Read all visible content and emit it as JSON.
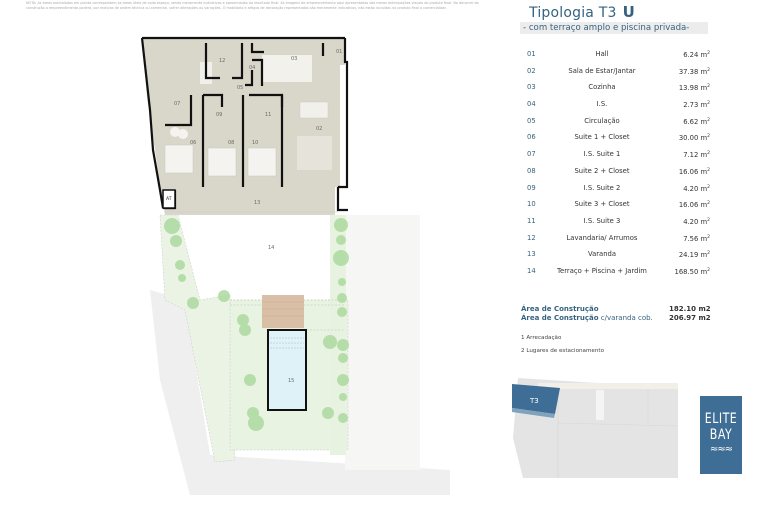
{
  "note": "NOTA: As áreas assinaladas em planta correspondem às áreas úteis de cada espaço, sendo meramente indicativas e aproximadas do resultado final. As imagens do empreendimento aqui apresentadas são meras antecipações visuais do produto final. No decorrer da construção o empreendimento poderá, por motivos de ordem técnica ou comercial, sofrer alterações ou variações. O mobiliário e artigos de decoração representados são meramente indicativos, não estão incluídos no produto final a comercializar.",
  "header": {
    "title": "Tipologia T3",
    "unit": "U",
    "subtitle": "- com terraço amplo e piscina privada-"
  },
  "area_unit": "m",
  "rooms": [
    {
      "num": "01",
      "name": "Hall",
      "area": "6.24"
    },
    {
      "num": "02",
      "name": "Sala de Estar/Jantar",
      "area": "37.38"
    },
    {
      "num": "03",
      "name": "Cozinha",
      "area": "13.98"
    },
    {
      "num": "04",
      "name": "I.S.",
      "area": "2.73"
    },
    {
      "num": "05",
      "name": "Circulação",
      "area": "6.62"
    },
    {
      "num": "06",
      "name": "Suite 1 + Closet",
      "area": "30.00"
    },
    {
      "num": "07",
      "name": "I.S. Suite 1",
      "area": "7.12"
    },
    {
      "num": "08",
      "name": "Suite 2 + Closet",
      "area": "16.06"
    },
    {
      "num": "09",
      "name": "I.S. Suite 2",
      "area": "4.20"
    },
    {
      "num": "10",
      "name": "Suite 3 + Closet",
      "area": "16.06"
    },
    {
      "num": "11",
      "name": "I.S. Suite 3",
      "area": "4.20"
    },
    {
      "num": "12",
      "name": "Lavandaria/ Arrumos",
      "area": "7.56"
    },
    {
      "num": "13",
      "name": "Varanda",
      "area": "24.19"
    },
    {
      "num": "14",
      "name": "Terraço + Piscina + Jardim",
      "area": "168.50"
    }
  ],
  "totals": [
    {
      "label": "Área de Construção",
      "suffix": "",
      "value": "182.10 m2"
    },
    {
      "label": "Área de Construção",
      "suffix": " c/varanda cob.",
      "value": "206.97 m2"
    }
  ],
  "extras": [
    "1 Arrecadação",
    "2 Lugares de estacionamento"
  ],
  "plan_labels": {
    "r01": "01",
    "r02": "02",
    "r03": "03",
    "r04": "04",
    "r05": "05",
    "r06": "06",
    "r07": "07",
    "r08": "08",
    "r09": "09",
    "r10": "10",
    "r11": "11",
    "r12": "12",
    "r13": "13",
    "r14": "14",
    "r15": "15",
    "at": "AT"
  },
  "sitemap": {
    "unit_label": "T3"
  },
  "logo": {
    "line1": "ELITE",
    "line2": "BAY",
    "waves": "≈≈≈"
  },
  "colors": {
    "accent": "#35637f",
    "logo_bg": "#3e6e95",
    "floor": "#d9d6ca",
    "garden": "#e8f3e2",
    "tree": "#a9d89b",
    "pool": "#dff2f8",
    "deck": "#d8bfa5"
  }
}
